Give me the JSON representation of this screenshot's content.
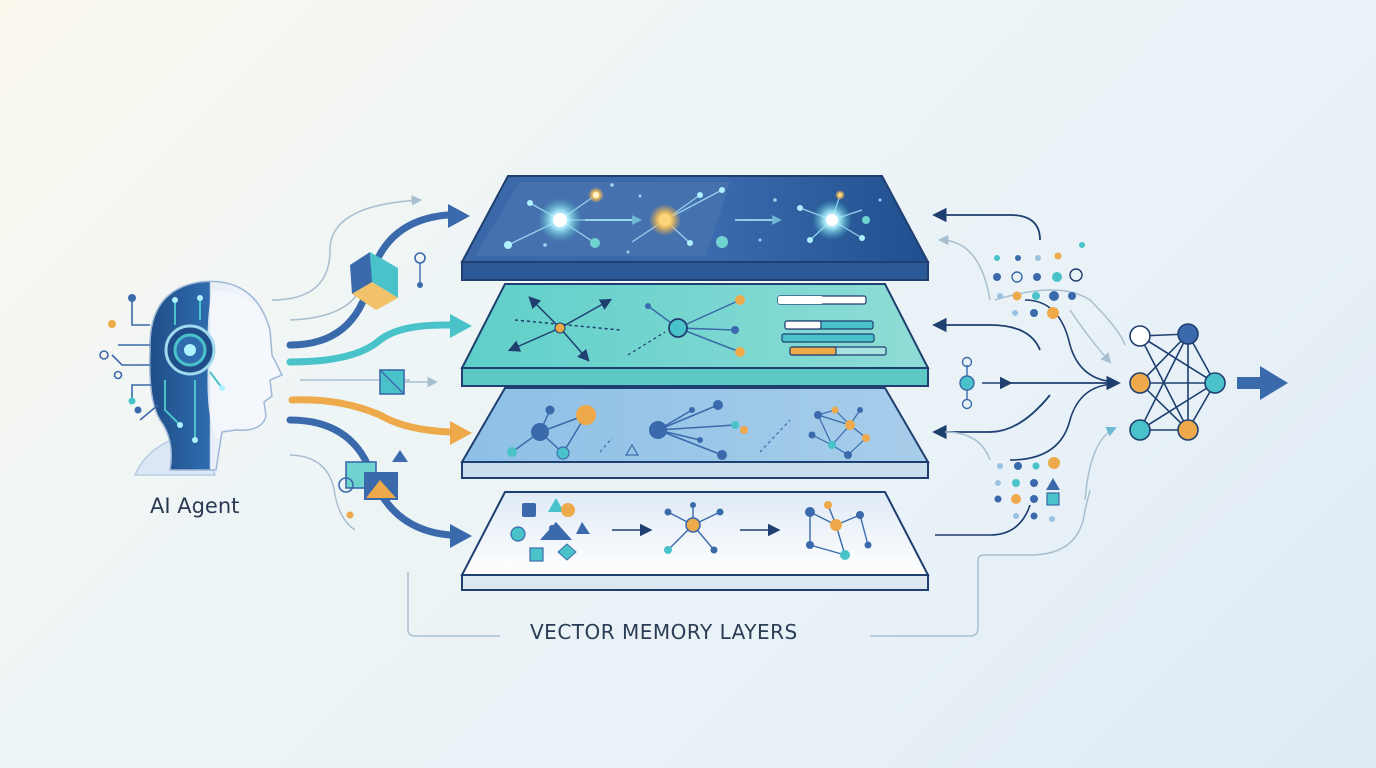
{
  "labels": {
    "agent": "AI Agent",
    "memory": "VECTOR MEMORY LAYERS"
  },
  "colors": {
    "dark_blue": "#3a6aab",
    "navy": "#1f3f70",
    "teal": "#49c3c9",
    "orange": "#eea94a",
    "light_blue": "#9cc2e1",
    "line_gray": "#a9bfcf"
  },
  "layers": [
    {
      "name": "layer-1",
      "color": "#3d6fb0"
    },
    {
      "name": "layer-2",
      "color": "#6fd3cf"
    },
    {
      "name": "layer-3",
      "color": "#8fbfe4"
    },
    {
      "name": "layer-4",
      "color": "#ffffff"
    }
  ]
}
